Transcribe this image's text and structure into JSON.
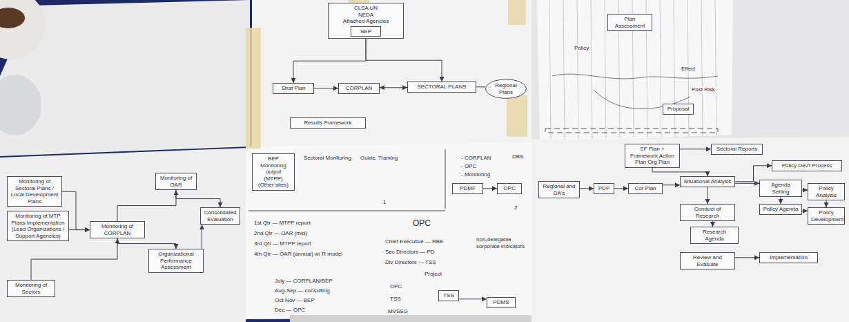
{
  "diagram": {
    "nodes": [
      {
        "text": [
          "CLSA UN",
          "NEDA",
          "Attached Agencies"
        ]
      },
      {
        "text": [
          "SEP"
        ],
        "in": 0
      },
      {
        "text": [
          "Strat Plan"
        ]
      },
      {
        "text": [
          "CORPLAN"
        ]
      },
      {
        "text": [
          "SECTORAL PLANS"
        ]
      },
      {
        "text": [
          "Regional Plans"
        ]
      },
      {
        "text": [
          "Results Framework"
        ]
      },
      {
        "text": [
          "Plan Assessment"
        ]
      },
      {
        "text": [
          "Proposal"
        ]
      },
      {
        "text": [
          "Monitoring of Sectoral Plans / Local Development Plans"
        ]
      },
      {
        "text": [
          "Monitoring of MTP Plans Implementation (Lead Organizations / Support Agencies)"
        ]
      },
      {
        "text": [
          "Monitoring of Sectors"
        ]
      },
      {
        "text": [
          "Monitoring of CORPLAN"
        ]
      },
      {
        "text": [
          "Monitoring of OAR"
        ]
      },
      {
        "text": [
          "Organizational Performance Assessment"
        ]
      },
      {
        "text": [
          "Consolidated Evaluation"
        ]
      },
      {
        "text": [
          "BEP",
          "Monitoring output",
          "(MTPP)",
          "(Other sites)"
        ]
      },
      {
        "text": [
          "PDMF"
        ]
      },
      {
        "text": [
          "OPC"
        ]
      },
      {
        "text": [
          "TSS"
        ]
      },
      {
        "text": [
          "PDMS"
        ]
      },
      {
        "text": [
          "Regional and DA's"
        ]
      },
      {
        "text": [
          "PDP"
        ]
      },
      {
        "text": [
          "Cor Plan"
        ]
      },
      {
        "text": [
          "SF Plan + Framework Action Plan Org Plan"
        ]
      },
      {
        "text": [
          "Sectoral Reports"
        ]
      },
      {
        "text": [
          "Situational Analysis"
        ]
      },
      {
        "text": [
          "Policy Dev't Process"
        ]
      },
      {
        "text": [
          "Agenda Setting"
        ]
      },
      {
        "text": [
          "Policy Analysis"
        ]
      },
      {
        "text": [
          "Policy Agenda"
        ]
      },
      {
        "text": [
          "Policy Development"
        ]
      },
      {
        "text": [
          "Conduct of Research"
        ]
      },
      {
        "text": [
          "Research Agenda"
        ]
      },
      {
        "text": [
          "Review and Evaluate"
        ]
      },
      {
        "text": [
          "Implementation"
        ]
      }
    ],
    "edges": [
      {
        "from": 0,
        "to": 2,
        "arrow": "to"
      },
      {
        "from": 2,
        "to": 3,
        "arrow": "to"
      },
      {
        "from": 3,
        "to": 4,
        "arrow": "both"
      },
      {
        "from": 0,
        "to": 4,
        "arrow": "to"
      },
      {
        "from": 4,
        "to": 5,
        "arrow": "none"
      },
      {
        "from": 9,
        "to": 12,
        "arrow": "to"
      },
      {
        "from": 10,
        "to": 12,
        "arrow": "to"
      },
      {
        "from": 11,
        "to": 12,
        "arrow": "to"
      },
      {
        "from": 12,
        "to": 13,
        "arrow": "to"
      },
      {
        "from": 12,
        "to": 14,
        "arrow": "to"
      },
      {
        "from": 13,
        "to": 15,
        "arrow": "to"
      },
      {
        "from": 14,
        "to": 15,
        "arrow": "to"
      },
      {
        "from": 17,
        "to": 18,
        "arrow": "to"
      },
      {
        "from": 19,
        "to": 20,
        "arrow": "to"
      },
      {
        "from": 21,
        "to": 22,
        "arrow": "to"
      },
      {
        "from": 22,
        "to": 23,
        "arrow": "to"
      },
      {
        "from": 23,
        "to": 26,
        "arrow": "to"
      },
      {
        "from": 24,
        "to": 26,
        "arrow": "to"
      },
      {
        "from": 24,
        "to": 25,
        "arrow": "to"
      },
      {
        "from": 26,
        "to": 27,
        "arrow": "to"
      },
      {
        "from": 26,
        "to": 28,
        "arrow": "to"
      },
      {
        "from": 28,
        "to": 29,
        "arrow": "to"
      },
      {
        "from": 28,
        "to": 30,
        "arrow": "to"
      },
      {
        "from": 29,
        "to": 31,
        "arrow": "to"
      },
      {
        "from": 30,
        "to": 31,
        "arrow": "to"
      },
      {
        "from": 26,
        "to": 32,
        "arrow": "to"
      },
      {
        "from": 32,
        "to": 33,
        "arrow": "to"
      },
      {
        "from": 34,
        "to": 35,
        "arrow": "to"
      }
    ],
    "labels": [
      "Sectoral Monitoring",
      "Guide, Training",
      "- CORPLAN",
      "- OPC",
      "- Monitoring",
      "DBS",
      "1",
      "2",
      "1st Qtr — MTPP report",
      "2nd Qtr — OAR (mid)",
      "3rd Qtr — MTPP report",
      "4th Qtr — OAR (annual) w/ R model",
      "July — CORPLAN/BEP",
      "Aug-Sep — consulting",
      "Oct-Nov — BEP",
      "Dec — OPC",
      "OPC",
      "Chief Executive — RBE",
      "Sec Directors — PD",
      "Div Directors — TSS",
      "non-delegable corporate indicators",
      "Project",
      "OPC",
      "TSS",
      "MVSSG",
      "Effect",
      "Post Risk",
      "Policy"
    ]
  }
}
